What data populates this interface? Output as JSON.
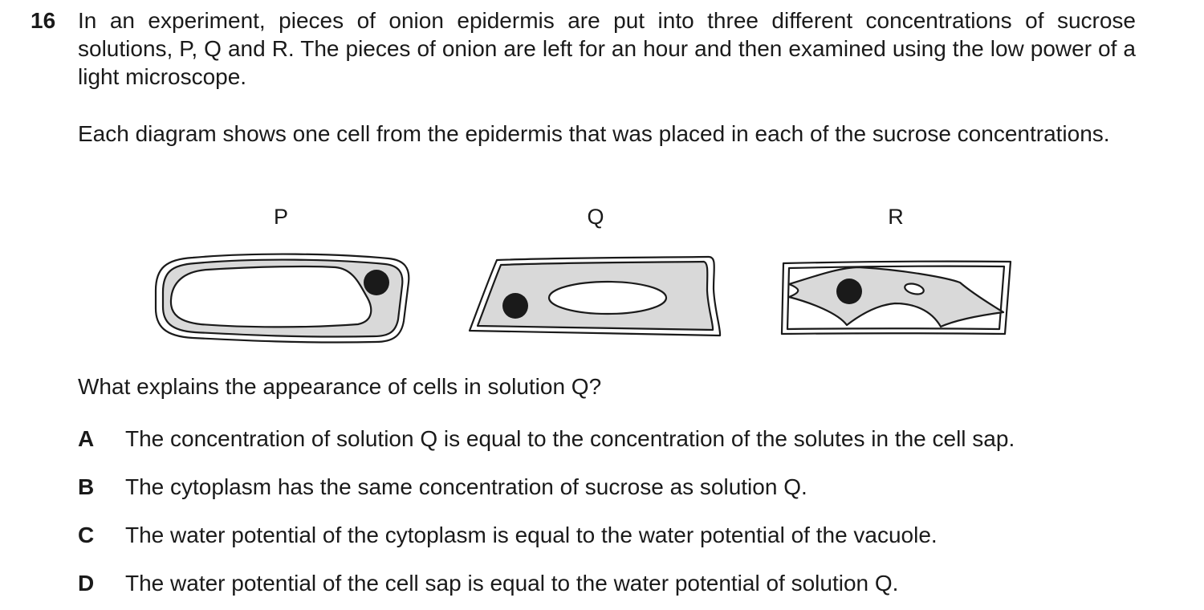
{
  "question": {
    "number": "16",
    "intro": "In an experiment, pieces of onion epidermis are put into three different concentrations of sucrose solutions, P, Q and R. The pieces of onion are left for an hour and then examined using the low power of a light microscope.",
    "description": "Each diagram shows one cell from the epidermis that was placed in each of the sucrose concentrations.",
    "diagram_labels": [
      "P",
      "Q",
      "R"
    ],
    "prompt": "What explains the appearance of cells in solution Q?",
    "options": [
      {
        "letter": "A",
        "text": "The concentration of solution Q is equal to the concentration of the solutes in the cell sap."
      },
      {
        "letter": "B",
        "text": "The cytoplasm has the same concentration of sucrose as solution Q."
      },
      {
        "letter": "C",
        "text": "The water potential of the cytoplasm is equal to the water potential of the vacuole."
      },
      {
        "letter": "D",
        "text": "The water potential of the cell sap is equal to the water potential of solution Q."
      }
    ]
  },
  "colors": {
    "text": "#1a1a1a",
    "cytoplasm": "#d9d9d9",
    "outline": "#1a1a1a",
    "background": "#ffffff"
  }
}
